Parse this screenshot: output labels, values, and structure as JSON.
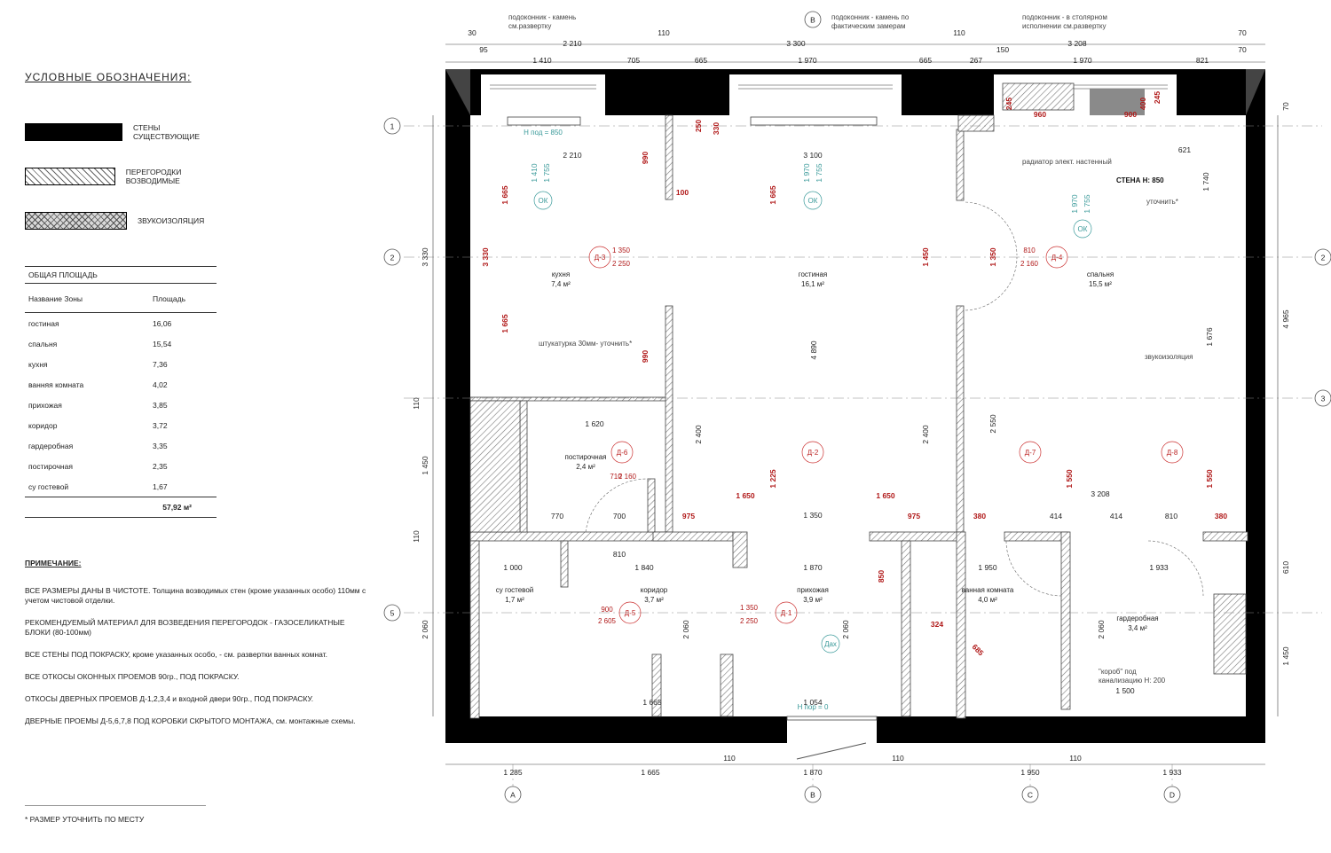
{
  "legend": {
    "title": "УСЛОВНЫЕ ОБОЗНАЧЕНИЯ:",
    "items": [
      {
        "label": "СТЕНЫ СУЩЕСТВУЮЩИЕ"
      },
      {
        "label": "ПЕРЕГОРОДКИ ВОЗВОДИМЫЕ"
      },
      {
        "label": "ЗВУКОИЗОЛЯЦИЯ"
      }
    ]
  },
  "area_table": {
    "title": "ОБЩАЯ ПЛОЩАДЬ",
    "col_name": "Название Зоны",
    "col_area": "Площадь",
    "rows": [
      {
        "name": "гостиная",
        "area": "16,06"
      },
      {
        "name": "спальня",
        "area": "15,54"
      },
      {
        "name": "кухня",
        "area": "7,36"
      },
      {
        "name": "ванняя комната",
        "area": "4,02"
      },
      {
        "name": "прихожая",
        "area": "3,85"
      },
      {
        "name": "коридор",
        "area": "3,72"
      },
      {
        "name": "гардеробная",
        "area": "3,35"
      },
      {
        "name": "постирочная",
        "area": "2,35"
      },
      {
        "name": "су гостевой",
        "area": "1,67"
      }
    ],
    "total": "57,92 м²"
  },
  "notes": {
    "title": "ПРИМЕЧАНИЕ:",
    "items": [
      "ВСЕ РАЗМЕРЫ ДАНЫ В ЧИСТОТЕ. Толщина возводимых стен (кроме указанных особо) 110мм с учетом чистовой отделки.",
      "РЕКОМЕНДУЕМЫЙ МАТЕРИАЛ ДЛЯ ВОЗВЕДЕНИЯ ПЕРЕГОРОДОК - ГАЗОСЕЛИКАТНЫЕ БЛОКИ (80-100мм)",
      "ВСЕ СТЕНЫ ПОД ПОКРАСКУ, кроме указанных особо, - см. развертки ванных комнат.",
      "ВСЕ ОТКОСЫ ОКОННЫХ ПРОЕМОВ 90гр., ПОД ПОКРАСКУ.",
      "ОТКОСЫ ДВЕРНЫХ ПРОЕМОВ Д-1,2,3,4 и входной двери 90гр., ПОД ПОКРАСКУ.",
      "ДВЕРНЫЕ ПРОЕМЫ Д-5,6,7,8 ПОД КОРОБКИ СКРЫТОГО МОНТАЖА, см. монтажные схемы."
    ]
  },
  "footnote": "* РАЗМЕР УТОЧНИТЬ ПО МЕСТУ",
  "plan": {
    "rooms": [
      {
        "name": "кухня",
        "area": "7,4 м²"
      },
      {
        "name": "гостиная",
        "area": "16,1 м²"
      },
      {
        "name": "спальня",
        "area": "15,5 м²"
      },
      {
        "name": "постирочная",
        "area": "2,4 м²"
      },
      {
        "name": "су гостевой",
        "area": "1,7 м²"
      },
      {
        "name": "коридор",
        "area": "3,7 м²"
      },
      {
        "name": "прихожая",
        "area": "3,9 м²"
      },
      {
        "name": "ванная комната",
        "area": "4,0 м²"
      },
      {
        "name": "гардеробная",
        "area": "3,4 м²"
      }
    ],
    "axes": [
      "1",
      "2",
      "3",
      "5",
      "A",
      "B",
      "C",
      "D"
    ],
    "doors": [
      "Д-3",
      "Д-4",
      "Д-6",
      "Д-2",
      "Д-7",
      "Д-8",
      "Д-5",
      "Д-1"
    ],
    "notes": [
      "подоконник - камень см.развертку",
      "подоконник - камень по фактическим замерам",
      "подоконник - в столярном исполнении см.развертку",
      "радиатор элект. настенный",
      "СТЕНА Н: 850",
      "штукатурка 30мм- уточнить*",
      "звукоизоляция",
      "уточнить*",
      "\"короб\" под канализацию Н: 200",
      "Н под = 850",
      "Н пор = 0",
      "ОК",
      "Дах"
    ],
    "top_dims": [
      "2 210",
      "3 300",
      "3 208",
      "1 410",
      "705",
      "665",
      "1 970",
      "665",
      "267",
      "1 970",
      "821",
      "30",
      "95",
      "110",
      "110",
      "70",
      "70",
      "150"
    ],
    "bottom_dims": [
      "1 285",
      "1 665",
      "110",
      "1 870",
      "110",
      "1 950",
      "110",
      "1 933"
    ],
    "left_dims": [
      "3 330",
      "110",
      "1 450",
      "110",
      "2 060"
    ],
    "right_dims": [
      "4 965",
      "610",
      "1 450",
      "70"
    ],
    "red_dims": [
      "1 665",
      "3 330",
      "1 665",
      "1 665",
      "1 450",
      "1 350",
      "1 225",
      "1 550",
      "1 550",
      "1 650",
      "1 650",
      "975",
      "975",
      "380",
      "380",
      "990",
      "990",
      "100",
      "250",
      "330",
      "960",
      "900",
      "400",
      "245",
      "245",
      "850",
      "324",
      "685"
    ],
    "door_dims": [
      "1 350",
      "2 250",
      "810",
      "2 160",
      "710",
      "2 160",
      "900",
      "2 605"
    ],
    "inner_dims": [
      "2 210",
      "3 100",
      "621",
      "1 620",
      "1 350",
      "3 208",
      "770",
      "700",
      "810",
      "414",
      "414",
      "810",
      "1 000",
      "1 840",
      "1 870",
      "1 950",
      "1 933",
      "1 665",
      "1 054",
      "1 500",
      "4 890",
      "2 400",
      "2 400",
      "2 550",
      "2 060",
      "2 060",
      "2 060",
      "1 676",
      "1 740"
    ],
    "window_labels": [
      "1 410",
      "1 755",
      "1 970",
      "1 755",
      "1 970",
      "1 755"
    ]
  }
}
